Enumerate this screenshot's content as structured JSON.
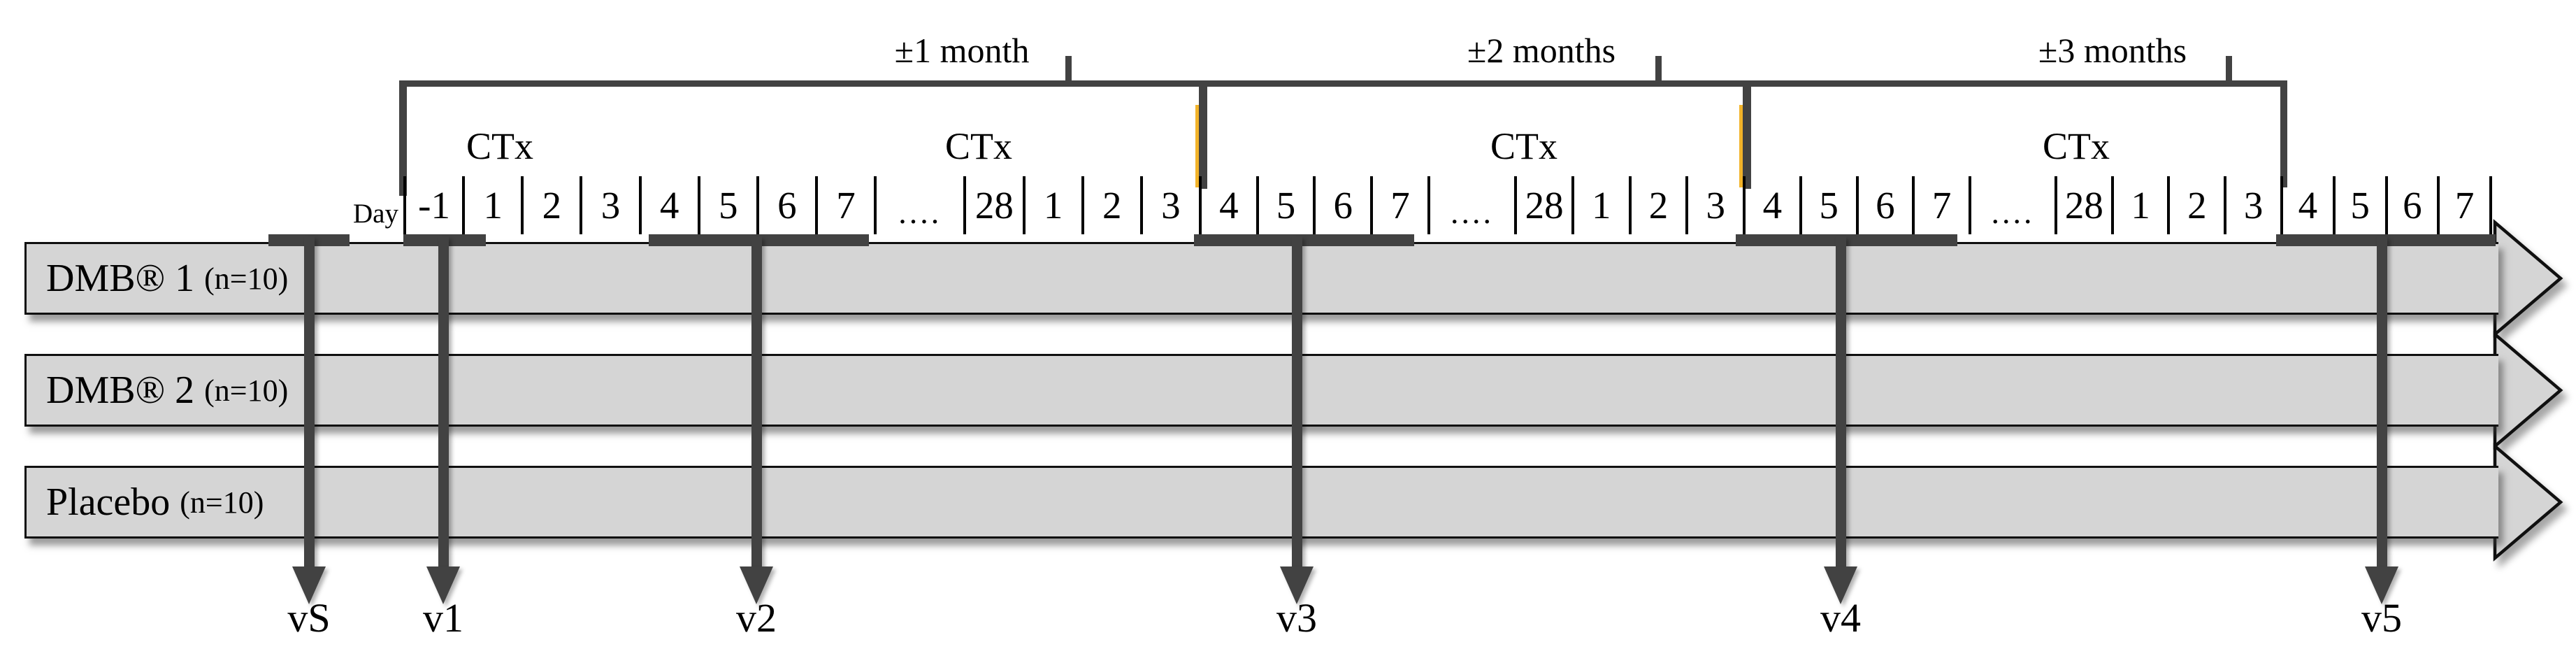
{
  "diagram": {
    "type": "clinical-study-timeline",
    "month_windows": [
      {
        "label": "±1 month"
      },
      {
        "label": "±2 months"
      },
      {
        "label": "±3 months"
      }
    ],
    "treatment_labels": [
      "CTx",
      "CTx",
      "CTx",
      "CTx"
    ],
    "ruler": {
      "day_label": "Day",
      "segments": [
        {
          "cells": [
            "-1",
            "1",
            "2",
            "3",
            "4",
            "5",
            "6",
            "7",
            "....",
            "28",
            "1",
            "2",
            "3"
          ]
        },
        {
          "cells": [
            "4",
            "5",
            "6",
            "7",
            "....",
            "28",
            "1",
            "2",
            "3"
          ]
        },
        {
          "cells": [
            "4",
            "5",
            "6",
            "7",
            "....",
            "28",
            "1",
            "2",
            "3"
          ]
        },
        {
          "cells": [
            "4",
            "5",
            "6",
            "7"
          ]
        }
      ]
    },
    "arms": [
      {
        "name": "DMB® 1",
        "n": "(n=10)"
      },
      {
        "name": "DMB® 2",
        "n": "(n=10)"
      },
      {
        "name": "Placebo",
        "n": "(n=10)"
      }
    ],
    "visits": [
      {
        "label": "vS"
      },
      {
        "label": "v1"
      },
      {
        "label": "v2"
      },
      {
        "label": "v3"
      },
      {
        "label": "v4"
      },
      {
        "label": "v5"
      }
    ],
    "colors": {
      "line_dark": "#424242",
      "accent_yellow": "#f2b32a",
      "bar_fill": "#d5d5d5",
      "bar_border": "#101010",
      "text": "#000000",
      "background": "#ffffff"
    }
  }
}
